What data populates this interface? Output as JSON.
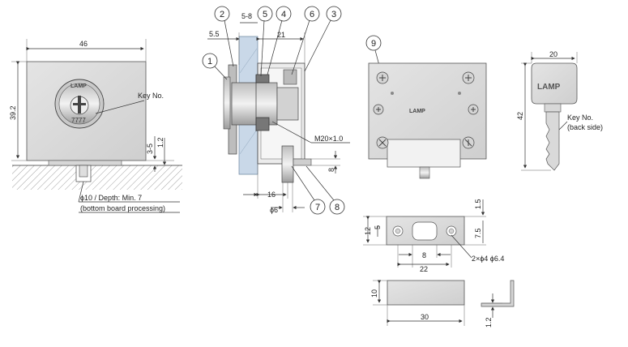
{
  "front_view": {
    "width_dim": "46",
    "height_dim": "39.2",
    "key_label": "Key No.",
    "key_number": "7777",
    "brand": "LAMP",
    "offset_dim_1": "3-5",
    "offset_dim_2": "1.2",
    "hole_note_1": "ϕ10 / Depth: Min. 7",
    "hole_note_2": "(bottom board processing)"
  },
  "side_view": {
    "callouts": [
      "1",
      "2",
      "3",
      "4",
      "5",
      "6",
      "7",
      "8"
    ],
    "dim_5_8": "5-8",
    "dim_5_5": "5.5",
    "dim_21": "21",
    "thread_label": "M20×1.0",
    "dim_8": "8",
    "dim_16": "16",
    "dim_phi6": "ϕ6"
  },
  "back_view": {
    "callout": "9",
    "brand": "LAMP"
  },
  "key_view": {
    "width_dim": "20",
    "length_dim": "42",
    "brand": "LAMP",
    "note_1": "Key No.",
    "note_2": "(back side)"
  },
  "strike_plate": {
    "dim_1_5": "1.5",
    "dim_5": "5",
    "dim_12": "12",
    "dim_7_5": "7.5",
    "dim_8": "8",
    "dim_22": "22",
    "hole_note": "2×ϕ4  ϕ6.4"
  },
  "bracket": {
    "dim_10": "10",
    "dim_30": "30",
    "dim_1_2": "1.2"
  }
}
